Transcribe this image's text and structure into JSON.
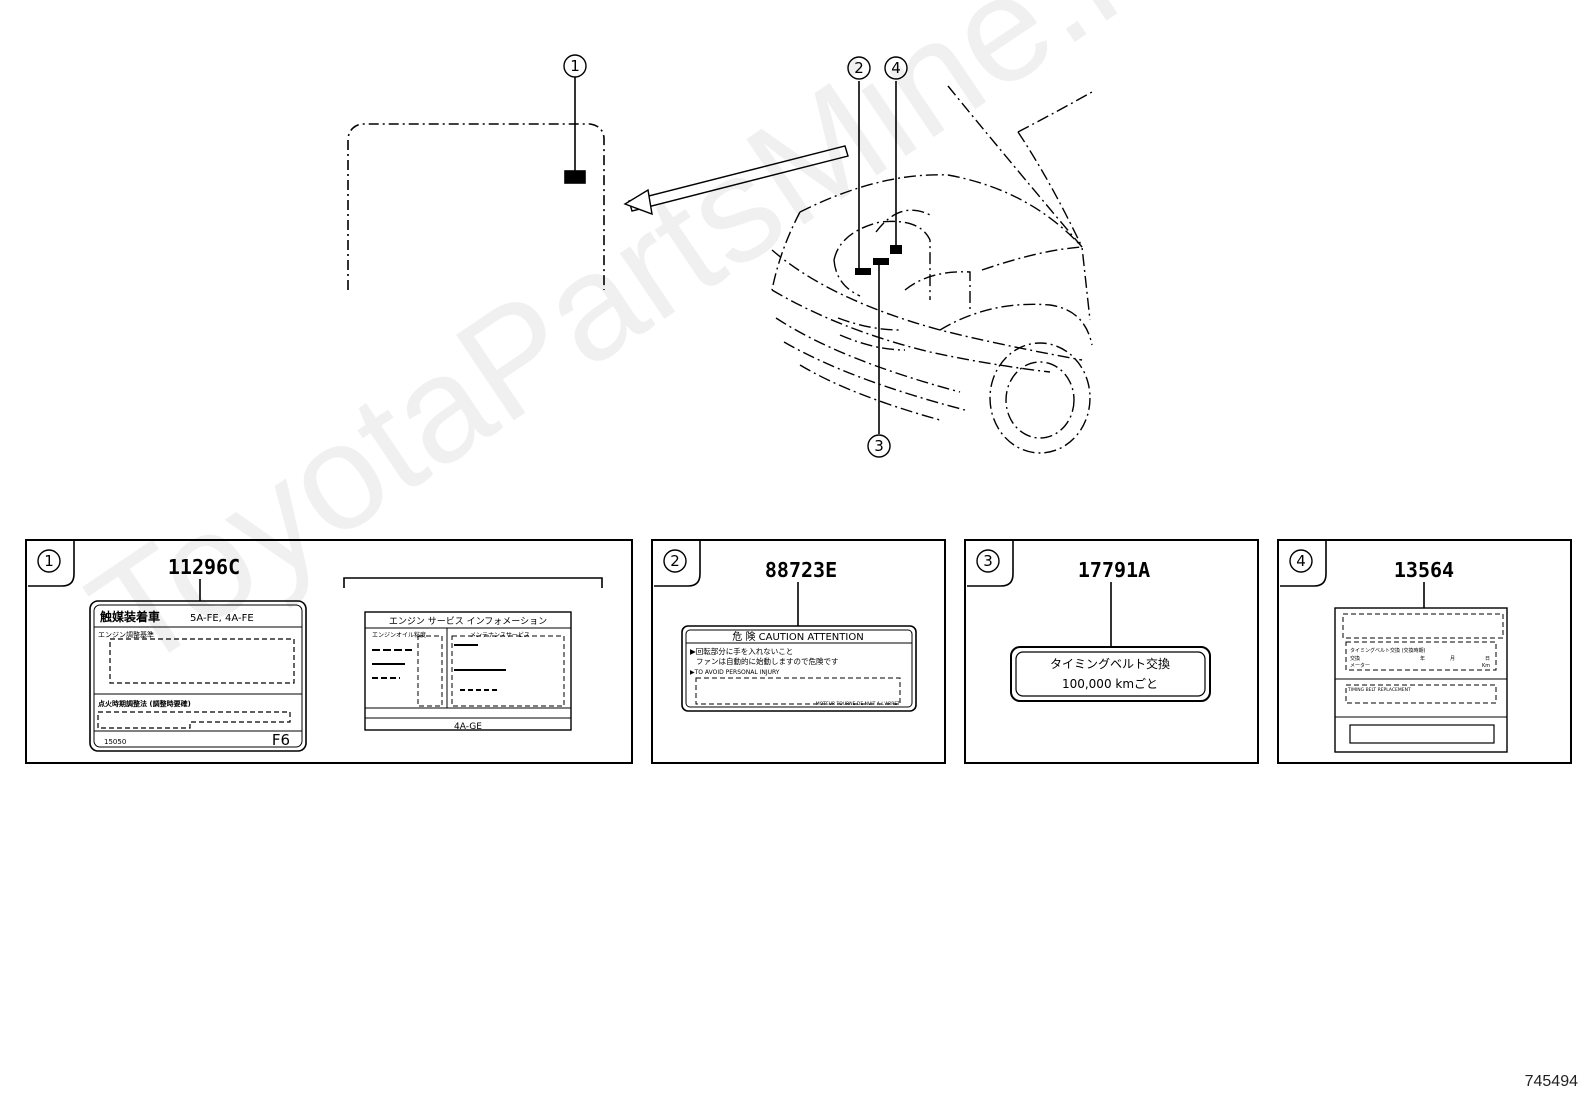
{
  "callouts": [
    "1",
    "2",
    "3",
    "4"
  ],
  "panels": [
    {
      "num": "1",
      "part": "11296C"
    },
    {
      "num": "2",
      "part": "88723E"
    },
    {
      "num": "3",
      "part": "17791A"
    },
    {
      "num": "4",
      "part": "13564"
    }
  ],
  "label1": {
    "title": "触媒装着車",
    "engines": "5A-FE, 4A-FE",
    "row1": "エンジン調整基準",
    "row2": "点火時期調整法 (調整時要確)",
    "code": "15050",
    "corner": "F6"
  },
  "label1b": {
    "title": "エンジン サービス インフォメーション",
    "col_left": "エンジンオイル粘度",
    "col_right": "メンテナンスサービス",
    "bottom": "4A-GE"
  },
  "label2": {
    "header": "危 険 CAUTION ATTENTION",
    "line1": "▶回転部分に手を入れないこと",
    "line2": "ファンは自動的に始動しますので危険です",
    "line3": "▶TO AVOID PERSONAL INJURY",
    "line4": "MOTEUR TOURNE DE NUIT A L'ARRET"
  },
  "label3": {
    "line1": "タイミングベルト交換",
    "line2": "100,000 kmごと"
  },
  "label4": {
    "row1": "タイミングベルト交換 (交換時期)",
    "row2a": "交換",
    "row2b": "年",
    "row2c": "月",
    "row2d": "日",
    "row3a": "メーター",
    "row3b": "Km",
    "row4": "TIMING BELT REPLACEMENT"
  },
  "watermark": "ToyotaPartsMine.ru",
  "doc_number": "745494"
}
